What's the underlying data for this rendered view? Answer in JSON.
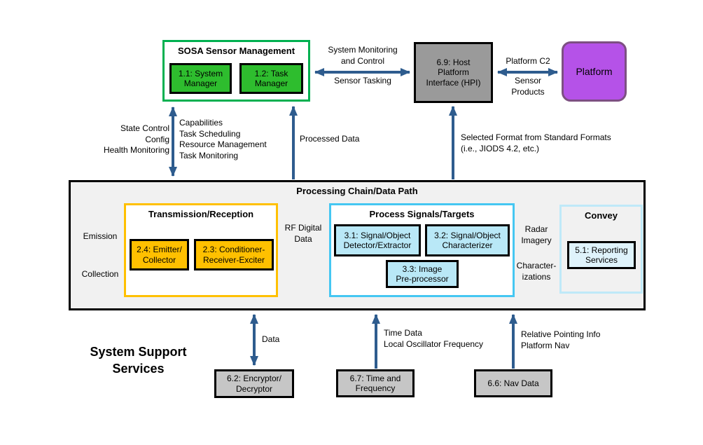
{
  "colors": {
    "arrow": "#2E5C8E",
    "green_border": "#00B050",
    "green_fill": "#2EBD2E",
    "orange": "#FFC000",
    "cyan_border": "#45C7F2",
    "cyan_fill": "#B9E8F7",
    "pale_border": "#BFE9F8",
    "pale_fill": "#DFF3FB",
    "gray_dark": "#9A9A9A",
    "gray_light": "#C6C6C6",
    "panel_bg": "#F1F1F1",
    "purple_fill": "#B552E8",
    "purple_border": "#7D4F82"
  },
  "top": {
    "sosa": {
      "title": "SOSA Sensor Management",
      "system_manager": "1.1: System\nManager",
      "task_manager": "1.2: Task\nManager"
    },
    "monitoring_label": "System Monitoring\nand Control",
    "tasking_label": "Sensor Tasking",
    "hpi": "6.9: Host\nPlatform\nInterface (HPI)",
    "platform_c2_label": "Platform C2",
    "sensor_products_label": "Sensor\nProducts",
    "platform": "Platform"
  },
  "mid_labels": {
    "state_control": "State Control\nConfig\nHealth Monitoring",
    "capabilities": "Capabilities\nTask Scheduling\nResource Management\nTask Monitoring",
    "processed_data": "Processed Data",
    "selected_format": "Selected Format from Standard Formats\n(i.e., JIODS 4.2, etc.)"
  },
  "processing": {
    "title": "Processing Chain/Data Path",
    "transmission": {
      "title": "Transmission/Reception",
      "emitter": "2.4: Emitter/\nCollector",
      "conditioner": "2.3: Conditioner-\nReceiver-Exciter"
    },
    "emission_label": "Emission",
    "collection_label": "Collection",
    "rf_label": "RF Digital\nData",
    "process_signals": {
      "title": "Process Signals/Targets",
      "detector": "3.1: Signal/Object\nDetector/Extractor",
      "characterizer": "3.2: Signal/Object\nCharacterizer",
      "preprocessor": "3.3: Image\nPre-processor"
    },
    "radar_label": "Radar\nImagery",
    "characterizations_label": "Character-\nizations",
    "convey": {
      "title": "Convey",
      "reporting": "5.1: Reporting\nServices"
    }
  },
  "bottom": {
    "sss_title": "System Support\nServices",
    "data_label": "Data",
    "encryptor": "6.2: Encryptor/\nDecryptor",
    "time_labels": "Time Data\nLocal Oscillator Frequency",
    "time_frequency": "6.7: Time and\nFrequency",
    "nav_labels": "Relative Pointing Info\nPlatform Nav",
    "nav_data": "6.6: Nav Data"
  }
}
